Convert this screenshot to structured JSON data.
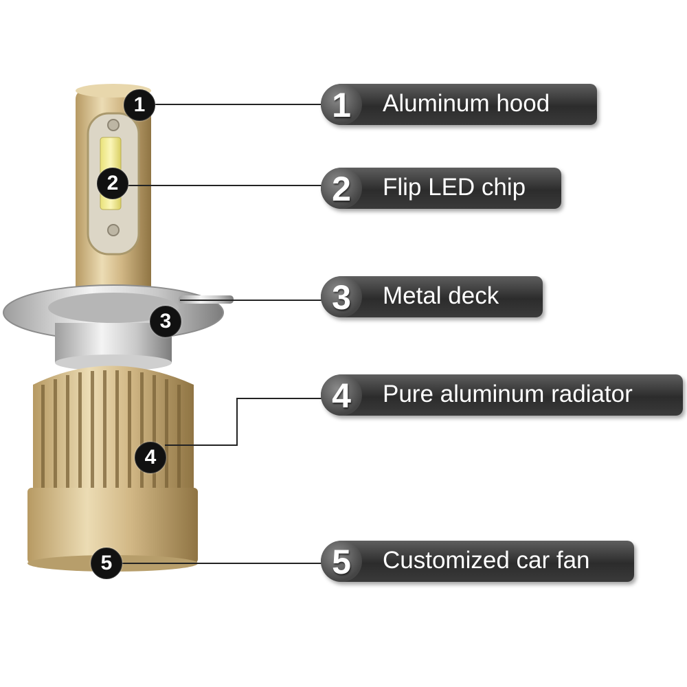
{
  "parts": [
    {
      "number": "1",
      "label": "Aluminum hood"
    },
    {
      "number": "2",
      "label": "Flip LED chip"
    },
    {
      "number": "3",
      "label": "Metal deck"
    },
    {
      "number": "4",
      "label": "Pure aluminum radiator"
    },
    {
      "number": "5",
      "label": "Customized car fan"
    }
  ],
  "colors": {
    "gold": "#c9ae79",
    "gold_dark": "#8f7443",
    "silver": "#d8d8d8",
    "pill_dark": "#333333"
  }
}
